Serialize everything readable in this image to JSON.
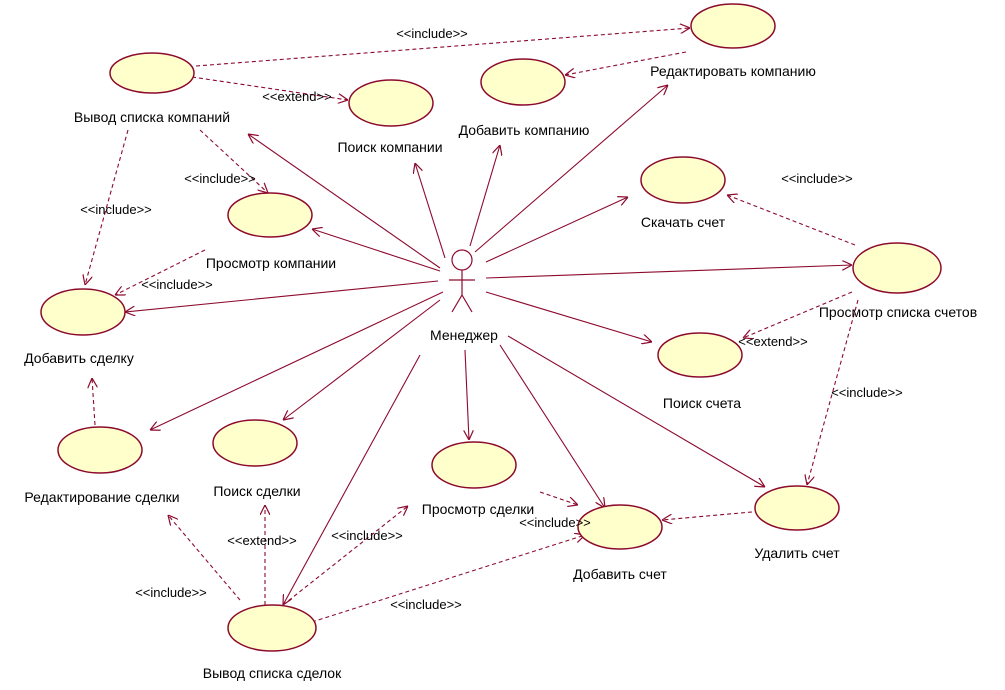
{
  "actor": {
    "name": "Менеджер"
  },
  "use_cases": {
    "uc_list_companies": "Вывод списка компаний",
    "uc_search_company": "Поиск компании",
    "uc_add_company": "Добавить компанию",
    "uc_edit_company": "Редактировать компанию",
    "uc_download_invoice": "Скачать счет",
    "uc_view_company": "Просмотр компании",
    "uc_add_deal": "Добавить сделку",
    "uc_view_invoices": "Просмотр списка счетов",
    "uc_search_invoice": "Поиск счета",
    "uc_edit_deal": "Редактирование сделки",
    "uc_search_deal": "Поиск сделки",
    "uc_view_deal": "Просмотр сделки",
    "uc_add_invoice": "Добавить счет",
    "uc_delete_invoice": "Удалить счет",
    "uc_list_deals": "Вывод списка сделок"
  },
  "relations": {
    "rel_include_1": "<<include>>",
    "rel_extend_1": "<<extend>>",
    "rel_include_2": "<<include>>",
    "rel_include_3": "<<include>>",
    "rel_include_4": "<<include>>",
    "rel_include_5": "<<include>>",
    "rel_extend_2": "<<extend>>",
    "rel_include_6": "<<include>>",
    "rel_include_7": "<<include>>",
    "rel_extend_3": "<<extend>>",
    "rel_include_8": "<<include>>",
    "rel_include_9": "<<include>>",
    "rel_include_10": "<<include>>"
  },
  "colors": {
    "line": "#8c0a2e",
    "use_case_fill": "#ffffcc"
  }
}
